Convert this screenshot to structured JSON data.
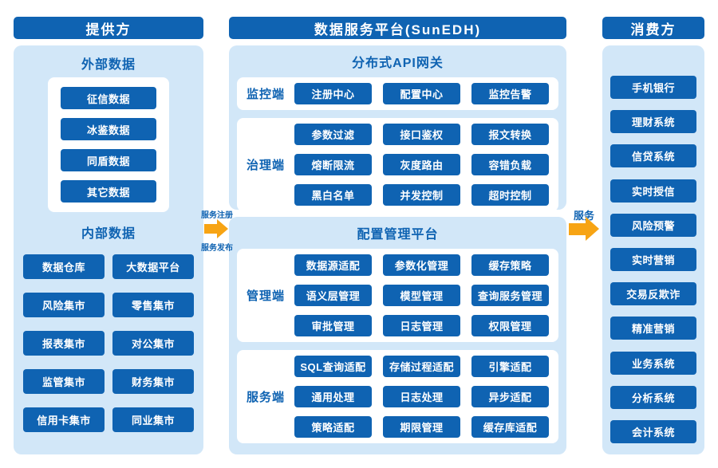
{
  "provider": {
    "header": "提供方",
    "external": {
      "title": "外部数据",
      "items": [
        "征信数据",
        "冰鉴数据",
        "同盾数据",
        "其它数据"
      ]
    },
    "internal": {
      "title": "内部数据",
      "items": [
        "数据仓库",
        "大数据平台",
        "风险集市",
        "零售集市",
        "报表集市",
        "对公集市",
        "监管集市",
        "财务集市",
        "信用卡集市",
        "同业集市"
      ]
    }
  },
  "platform": {
    "header": "数据服务平台(SunEDH)",
    "gateway": {
      "title": "分布式API网关",
      "sections": [
        {
          "label": "监控端",
          "items": [
            "注册中心",
            "配置中心",
            "监控告警"
          ]
        },
        {
          "label": "治理端",
          "items": [
            "参数过滤",
            "接口鉴权",
            "报文转换",
            "熔断限流",
            "灰度路由",
            "容错负载",
            "黑白名单",
            "并发控制",
            "超时控制"
          ]
        }
      ]
    },
    "config": {
      "title": "配置管理平台",
      "sections": [
        {
          "label": "管理端",
          "items": [
            "数据源适配",
            "参数化管理",
            "缓存策略",
            "语义层管理",
            "模型管理",
            "查询服务管理",
            "审批管理",
            "日志管理",
            "权限管理"
          ]
        },
        {
          "label": "服务端",
          "items": [
            "SQL查询适配",
            "存储过程适配",
            "引擎适配",
            "通用处理",
            "日志处理",
            "异步适配",
            "策略适配",
            "期限管理",
            "缓存库适配"
          ]
        }
      ]
    }
  },
  "consumer": {
    "header": "消费方",
    "items": [
      "手机银行",
      "理财系统",
      "信贷系统",
      "实时授信",
      "风险预警",
      "实时营销",
      "交易反欺诈",
      "精准营销",
      "业务系统",
      "分析系统",
      "会计系统"
    ]
  },
  "flows": {
    "provider_to_platform": {
      "top_label": "服务注册",
      "bottom_label": "服务发布"
    },
    "platform_to_consumer": {
      "label": "服务"
    }
  },
  "colors": {
    "primary_blue": "#0f63b2",
    "panel_blue": "#d2e7f8",
    "arrow_orange": "#f7a414",
    "background": "#ffffff"
  }
}
